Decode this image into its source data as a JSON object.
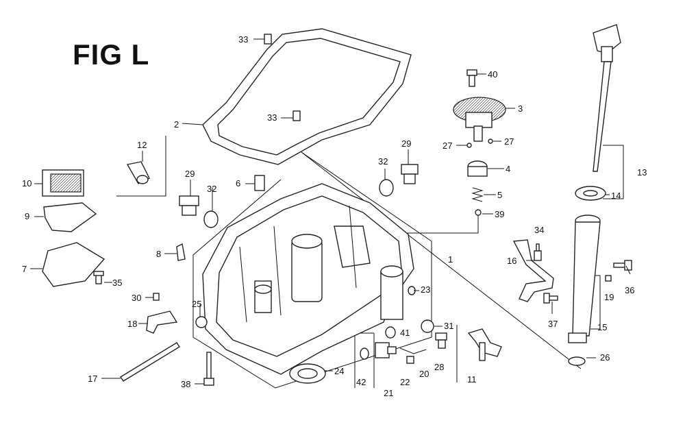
{
  "figure": {
    "title": "FIG L"
  },
  "callouts": [
    "33",
    "33",
    "2",
    "12",
    "10",
    "9",
    "7",
    "35",
    "29",
    "32",
    "6",
    "8",
    "30",
    "25",
    "18",
    "17",
    "38",
    "32",
    "29",
    "40",
    "3",
    "27",
    "27",
    "4",
    "5",
    "39",
    "1",
    "23",
    "31",
    "41",
    "24",
    "42",
    "21",
    "22",
    "20",
    "28",
    "11",
    "13",
    "14",
    "34",
    "16",
    "36",
    "19",
    "37",
    "15",
    "26"
  ]
}
